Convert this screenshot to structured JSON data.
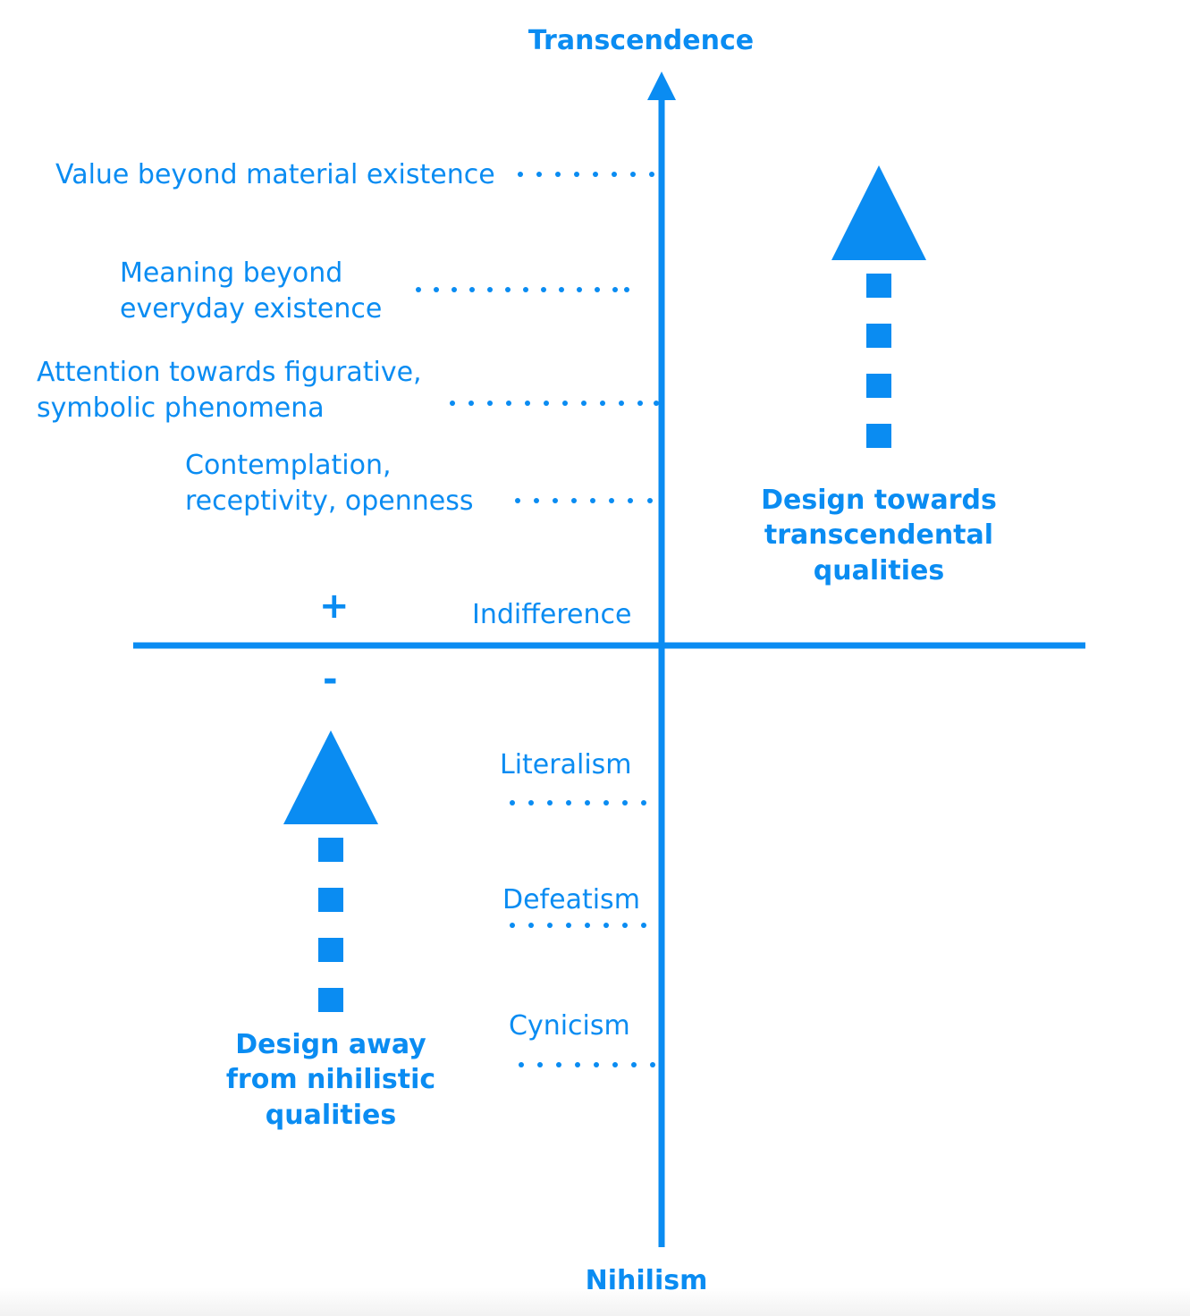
{
  "axis": {
    "top_label": "Transcendence",
    "bottom_label": "Nihilism",
    "plus_sign": "+",
    "minus_sign": "-"
  },
  "upper_items": [
    {
      "line1": "Value beyond material existence"
    },
    {
      "line1": "Meaning beyond",
      "line2": "everyday existence"
    },
    {
      "line1": "Attention towards figurative,",
      "line2": "symbolic phenomena"
    },
    {
      "line1": "Contemplation,",
      "line2": "receptivity, openness"
    }
  ],
  "center_label": "Indifference",
  "lower_items": [
    {
      "label": "Literalism"
    },
    {
      "label": "Defeatism"
    },
    {
      "label": "Cynicism"
    }
  ],
  "design_towards": {
    "line1": "Design towards",
    "line2": "transcendental",
    "line3": "qualities"
  },
  "design_away": {
    "line1": "Design away",
    "line2": "from nihilistic",
    "line3": "qualities"
  },
  "colors": {
    "primary": "#0a8cf2",
    "background": "#ffffff"
  }
}
